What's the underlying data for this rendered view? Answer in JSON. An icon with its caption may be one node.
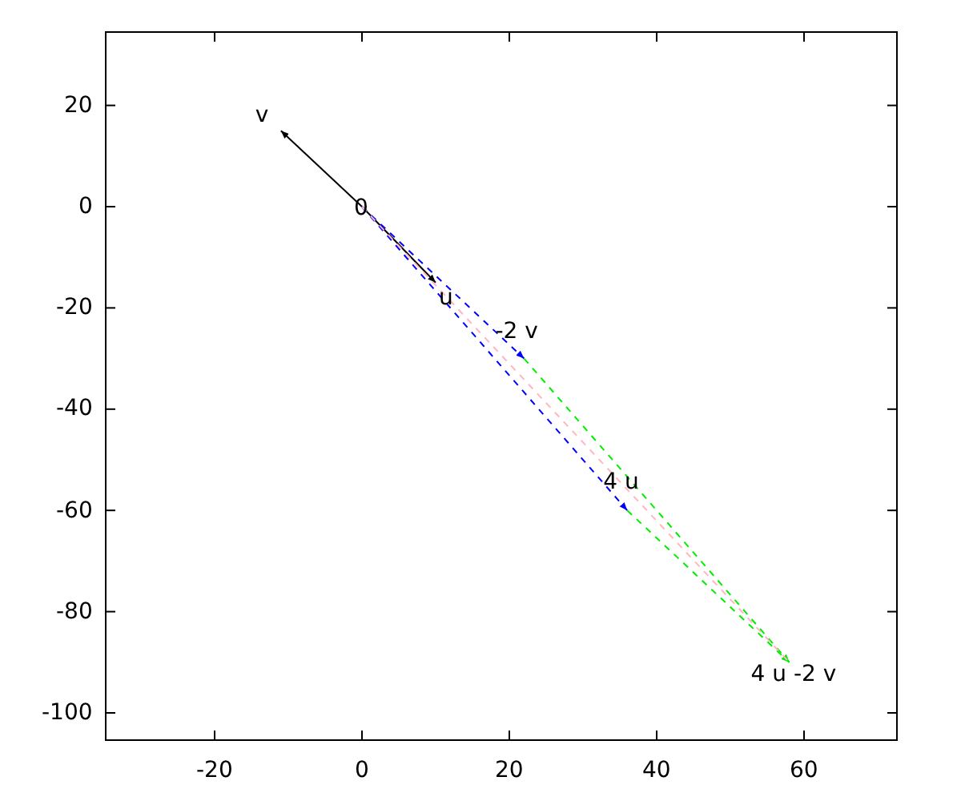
{
  "diagram": {
    "nodes": [
      {
        "text": [
          "v"
        ]
      },
      {
        "text": [
          "0"
        ]
      },
      {
        "text": [
          "u"
        ]
      },
      {
        "text": [
          "-2 v"
        ]
      },
      {
        "text": [
          "4 u"
        ]
      },
      {
        "text": [
          "4 u -2 v"
        ]
      }
    ],
    "edges": [
      {
        "from": 1,
        "to": 0,
        "arrow": "to"
      },
      {
        "from": 1,
        "to": 2,
        "arrow": "to"
      },
      {
        "from": 1,
        "to": 3,
        "arrow": "to",
        "style": "dashed",
        "color": "#0000ff"
      },
      {
        "from": 1,
        "to": 4,
        "arrow": "to",
        "style": "dashed",
        "color": "#0000ff"
      },
      {
        "from": 3,
        "to": 5,
        "arrow": "to",
        "style": "dashed",
        "color": "#00ee00"
      },
      {
        "from": 4,
        "to": 5,
        "arrow": "to",
        "style": "dashed",
        "color": "#00ee00"
      },
      {
        "from": 1,
        "to": 5,
        "arrow": "none",
        "style": "dashed",
        "color": "#ffb6c1"
      }
    ],
    "labels": [
      "20",
      "0",
      "-20",
      "-40",
      "-60",
      "-80",
      "-100",
      "-20",
      "0",
      "20",
      "40",
      "60"
    ]
  }
}
